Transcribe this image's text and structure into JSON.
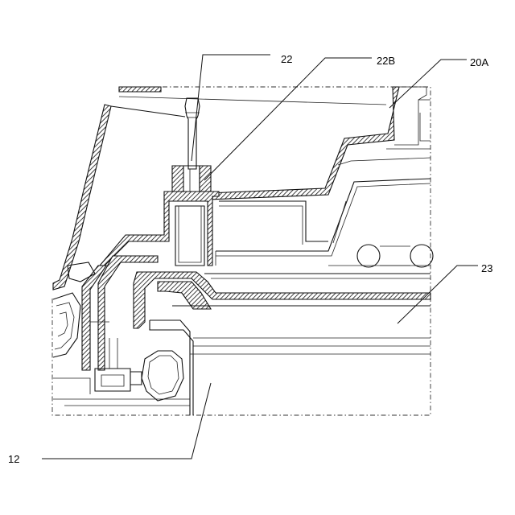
{
  "labels": [
    {
      "id": "22",
      "text": "22"
    },
    {
      "id": "22B",
      "text": "22B"
    },
    {
      "id": "20A",
      "text": "20A"
    },
    {
      "id": "23",
      "text": "23"
    },
    {
      "id": "12",
      "text": "12"
    }
  ]
}
